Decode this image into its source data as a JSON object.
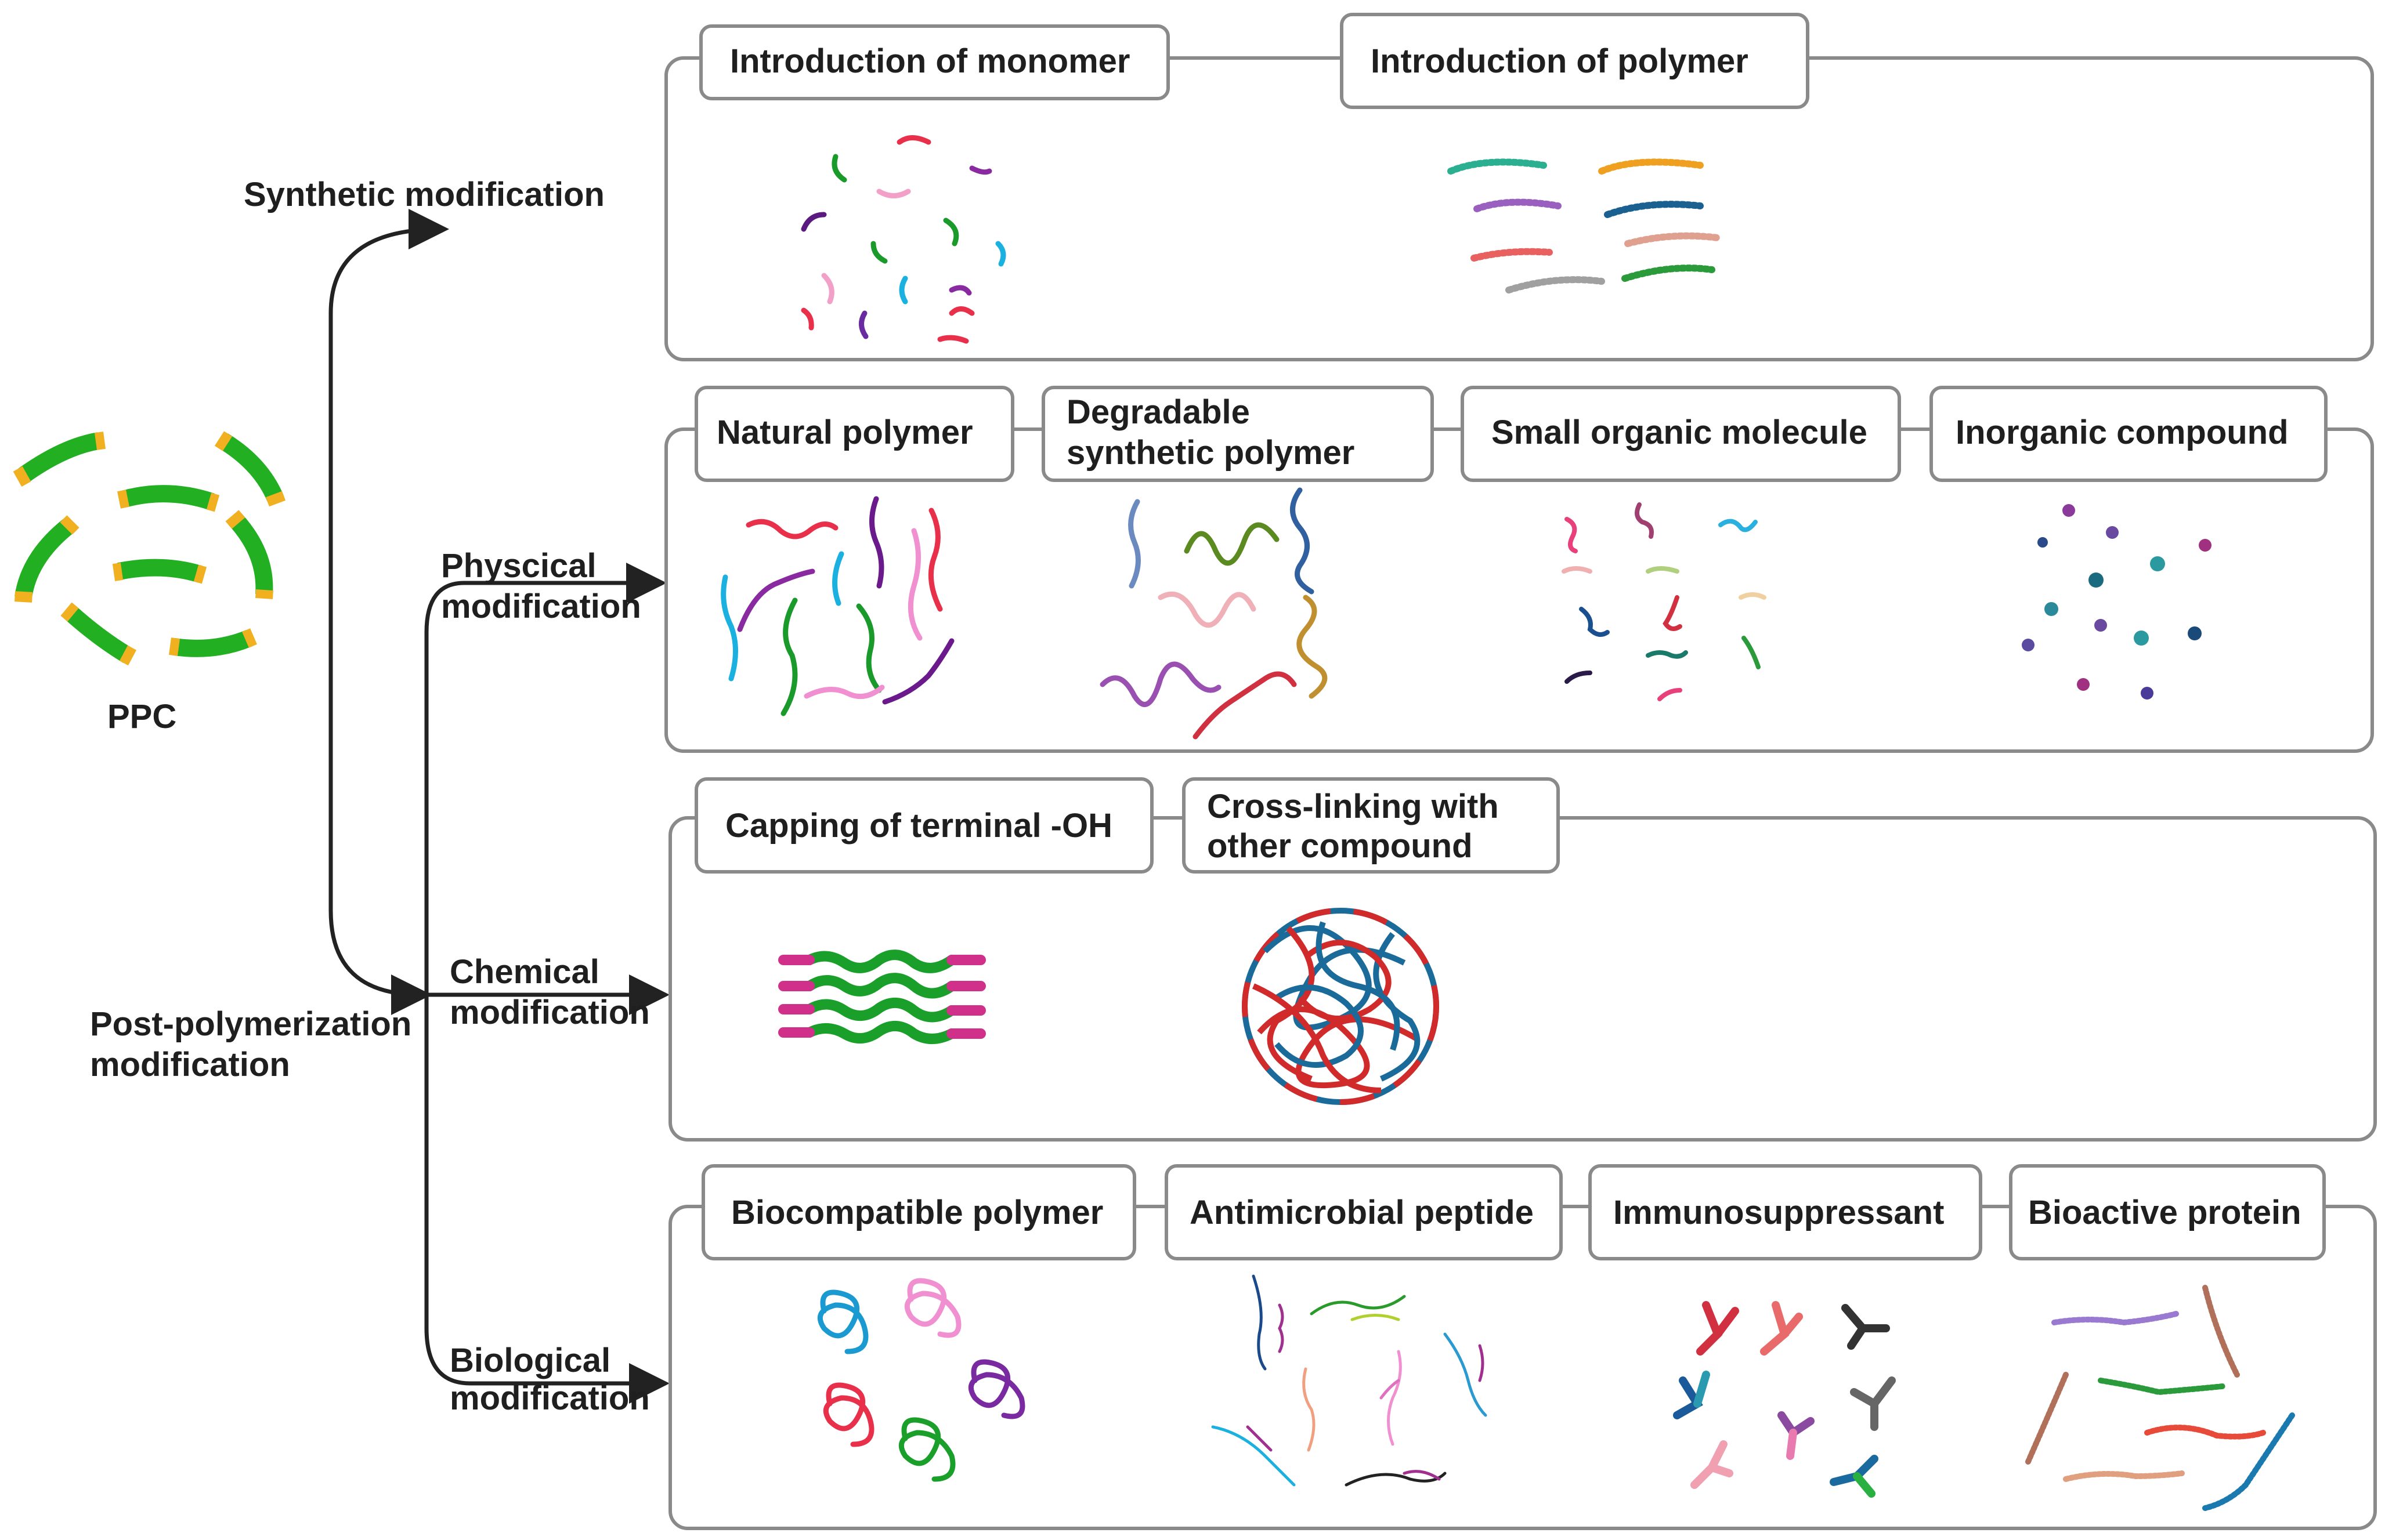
{
  "root": {
    "ppc_label": "PPC",
    "post_label_1": "Post-polymerization",
    "post_label_2": "modification"
  },
  "branches": {
    "synthetic": "Synthetic modification",
    "physical_1": "Physcical",
    "physical_2": "modification",
    "chemical_1": "Chemical",
    "chemical_2": "modification",
    "biological_1": "Biological",
    "biological_2": "modification"
  },
  "synthetic_panel": {
    "monomer": "Introduction of monomer",
    "polymer": "Introduction of polymer"
  },
  "physical_panel": {
    "natural": "Natural polymer",
    "degradable_1": "Degradable",
    "degradable_2": "synthetic polymer",
    "small": "Small organic molecule",
    "inorganic": "Inorganic compound"
  },
  "chemical_panel": {
    "capping": "Capping of terminal -OH",
    "crosslink_1": "Cross-linking with",
    "crosslink_2": "other compound"
  },
  "biological_panel": {
    "biocompatible": "Biocompatible polymer",
    "antimicrobial": "Antimicrobial peptide",
    "immuno": "Immunosuppressant",
    "bioactive": "Bioactive protein"
  }
}
